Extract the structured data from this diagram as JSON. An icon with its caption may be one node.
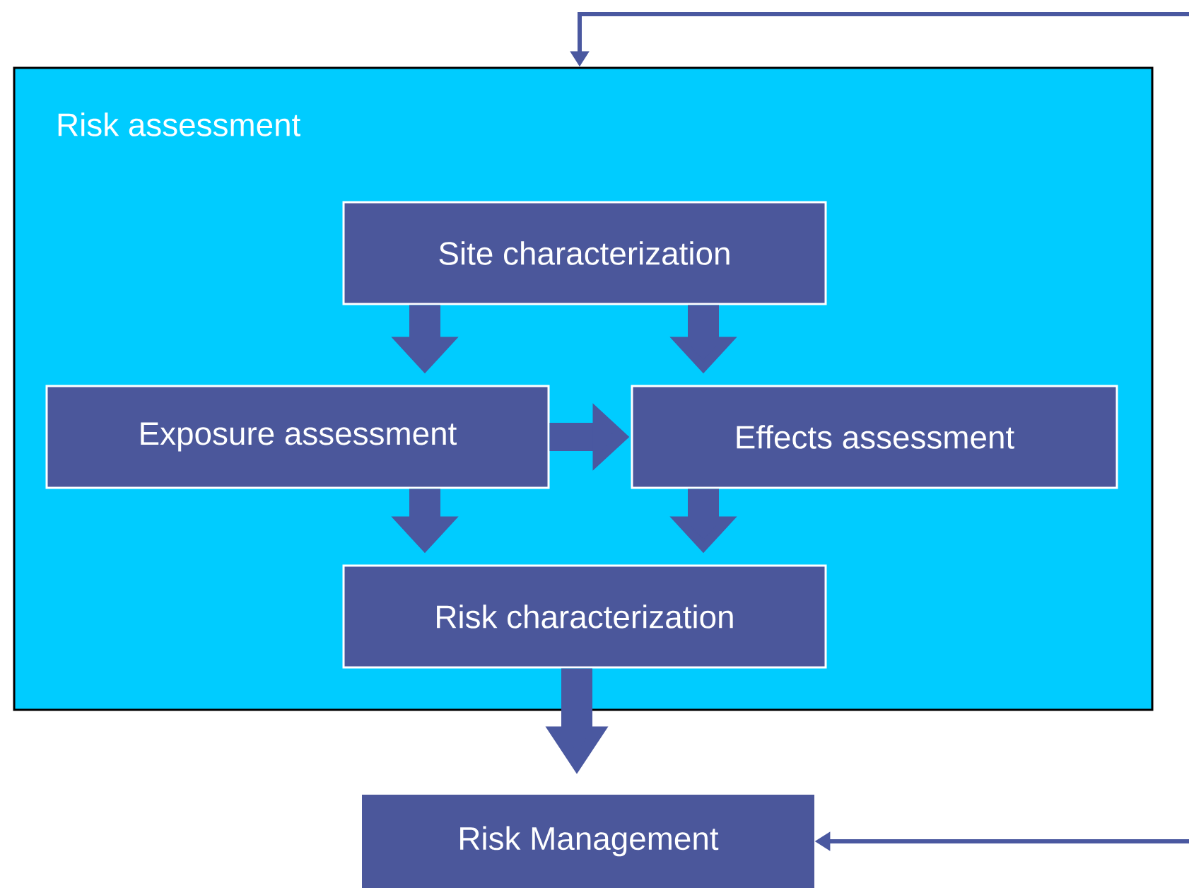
{
  "diagram": {
    "nodes": [
      {
        "text": [
          "Risk assessment"
        ]
      },
      {
        "text": [
          "Site characterization"
        ],
        "in": 0
      },
      {
        "text": [
          "Exposure assessment"
        ],
        "in": 0
      },
      {
        "text": [
          "Effects assessment"
        ],
        "in": 0
      },
      {
        "text": [
          "Risk characterization"
        ],
        "in": 0
      },
      {
        "text": [
          "Risk Management"
        ]
      }
    ],
    "edges": [
      {
        "from": 1,
        "to": 2,
        "arrow": "to"
      },
      {
        "from": 1,
        "to": 3,
        "arrow": "to"
      },
      {
        "from": 2,
        "to": 3,
        "arrow": "to"
      },
      {
        "from": 2,
        "to": 4,
        "arrow": "to"
      },
      {
        "from": 3,
        "to": 4,
        "arrow": "to"
      },
      {
        "from": 4,
        "to": 5,
        "arrow": "to"
      },
      {
        "from": null,
        "to": 0,
        "arrow": "to"
      },
      {
        "from": null,
        "to": 5,
        "arrow": "to"
      }
    ]
  }
}
